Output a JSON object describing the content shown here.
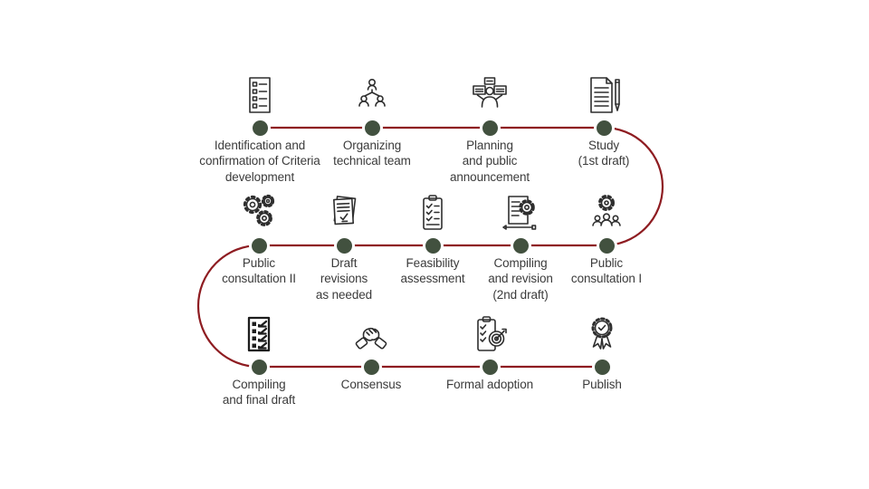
{
  "diagram": {
    "type": "process-flow-timeline",
    "rows": 3,
    "colors": {
      "connector_line": "#8e1c21",
      "step_dot": "#42513f",
      "label_text": "#3b3b3b",
      "icon_stroke": "#2e2e2e",
      "background": "#ffffff"
    },
    "steps": [
      {
        "order": 1,
        "label": "Identification and\nconfirmation of Criteria\ndevelopment",
        "icon": "checklist-document-icon"
      },
      {
        "order": 2,
        "label": "Organizing\ntechnical team",
        "icon": "org-chart-icon"
      },
      {
        "order": 3,
        "label": "Planning\nand public\nannouncement",
        "icon": "announcement-icon"
      },
      {
        "order": 4,
        "label": "Study\n(1st draft)",
        "icon": "document-pencil-icon"
      },
      {
        "order": 5,
        "label": "Public\nconsultation I",
        "icon": "people-gear-icon"
      },
      {
        "order": 6,
        "label": "Compiling\nand revision\n(2nd draft)",
        "icon": "document-gear-pencil-icon"
      },
      {
        "order": 7,
        "label": "Feasibility\nassessment",
        "icon": "clipboard-checklist-icon"
      },
      {
        "order": 8,
        "label": "Draft\nrevisions\nas needed",
        "icon": "papers-check-icon"
      },
      {
        "order": 9,
        "label": "Public\nconsultation II",
        "icon": "gears-icon"
      },
      {
        "order": 10,
        "label": "Compiling\nand final draft",
        "icon": "bold-checklist-icon"
      },
      {
        "order": 11,
        "label": "Consensus",
        "icon": "handshake-icon"
      },
      {
        "order": 12,
        "label": "Formal adoption",
        "icon": "clipboard-target-icon"
      },
      {
        "order": 13,
        "label": "Publish",
        "icon": "award-badge-icon"
      }
    ]
  }
}
